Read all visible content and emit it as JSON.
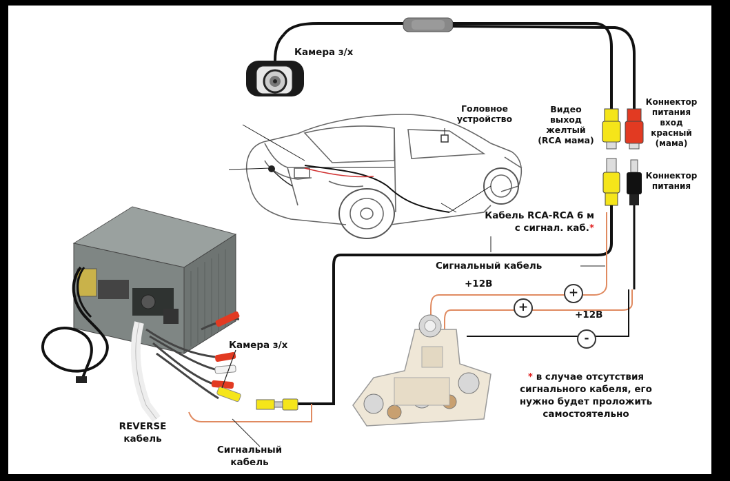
{
  "labels": {
    "camera_top": "Камера з/х",
    "head_unit": [
      "Головное",
      "устройство"
    ],
    "video_out": [
      "Видео",
      "выход",
      "желтый",
      "(RCA мама)"
    ],
    "power_in": [
      "Коннектор",
      "питания",
      "вход",
      "красный",
      "(мама)"
    ],
    "power_connector": [
      "Коннектор",
      "питания"
    ],
    "rca_cable": [
      "Кабель RCA-RCA 6 м",
      "с сигнал. каб."
    ],
    "signal_cable_mid": "Сигнальный кабель",
    "plus12_top": "+12В",
    "plus12_bottom": "+12В",
    "camera_bottom": "Камера з/х",
    "reverse_cable": [
      "REVERSE",
      "кабель"
    ],
    "signal_cable_bottom": [
      "Сигнальный",
      "кабель"
    ],
    "note": [
      "в случае отсутствия",
      "сигнального кабеля, его",
      "нужно будет проложить",
      "самостоятельно"
    ],
    "asterisk": "*"
  },
  "signs": {
    "plus": "+",
    "minus": "-"
  },
  "colors": {
    "video_yellow": "#f5e51a",
    "power_red": "#e23a22",
    "signal_wire": "#e08a60",
    "cable_black": "#111111"
  }
}
